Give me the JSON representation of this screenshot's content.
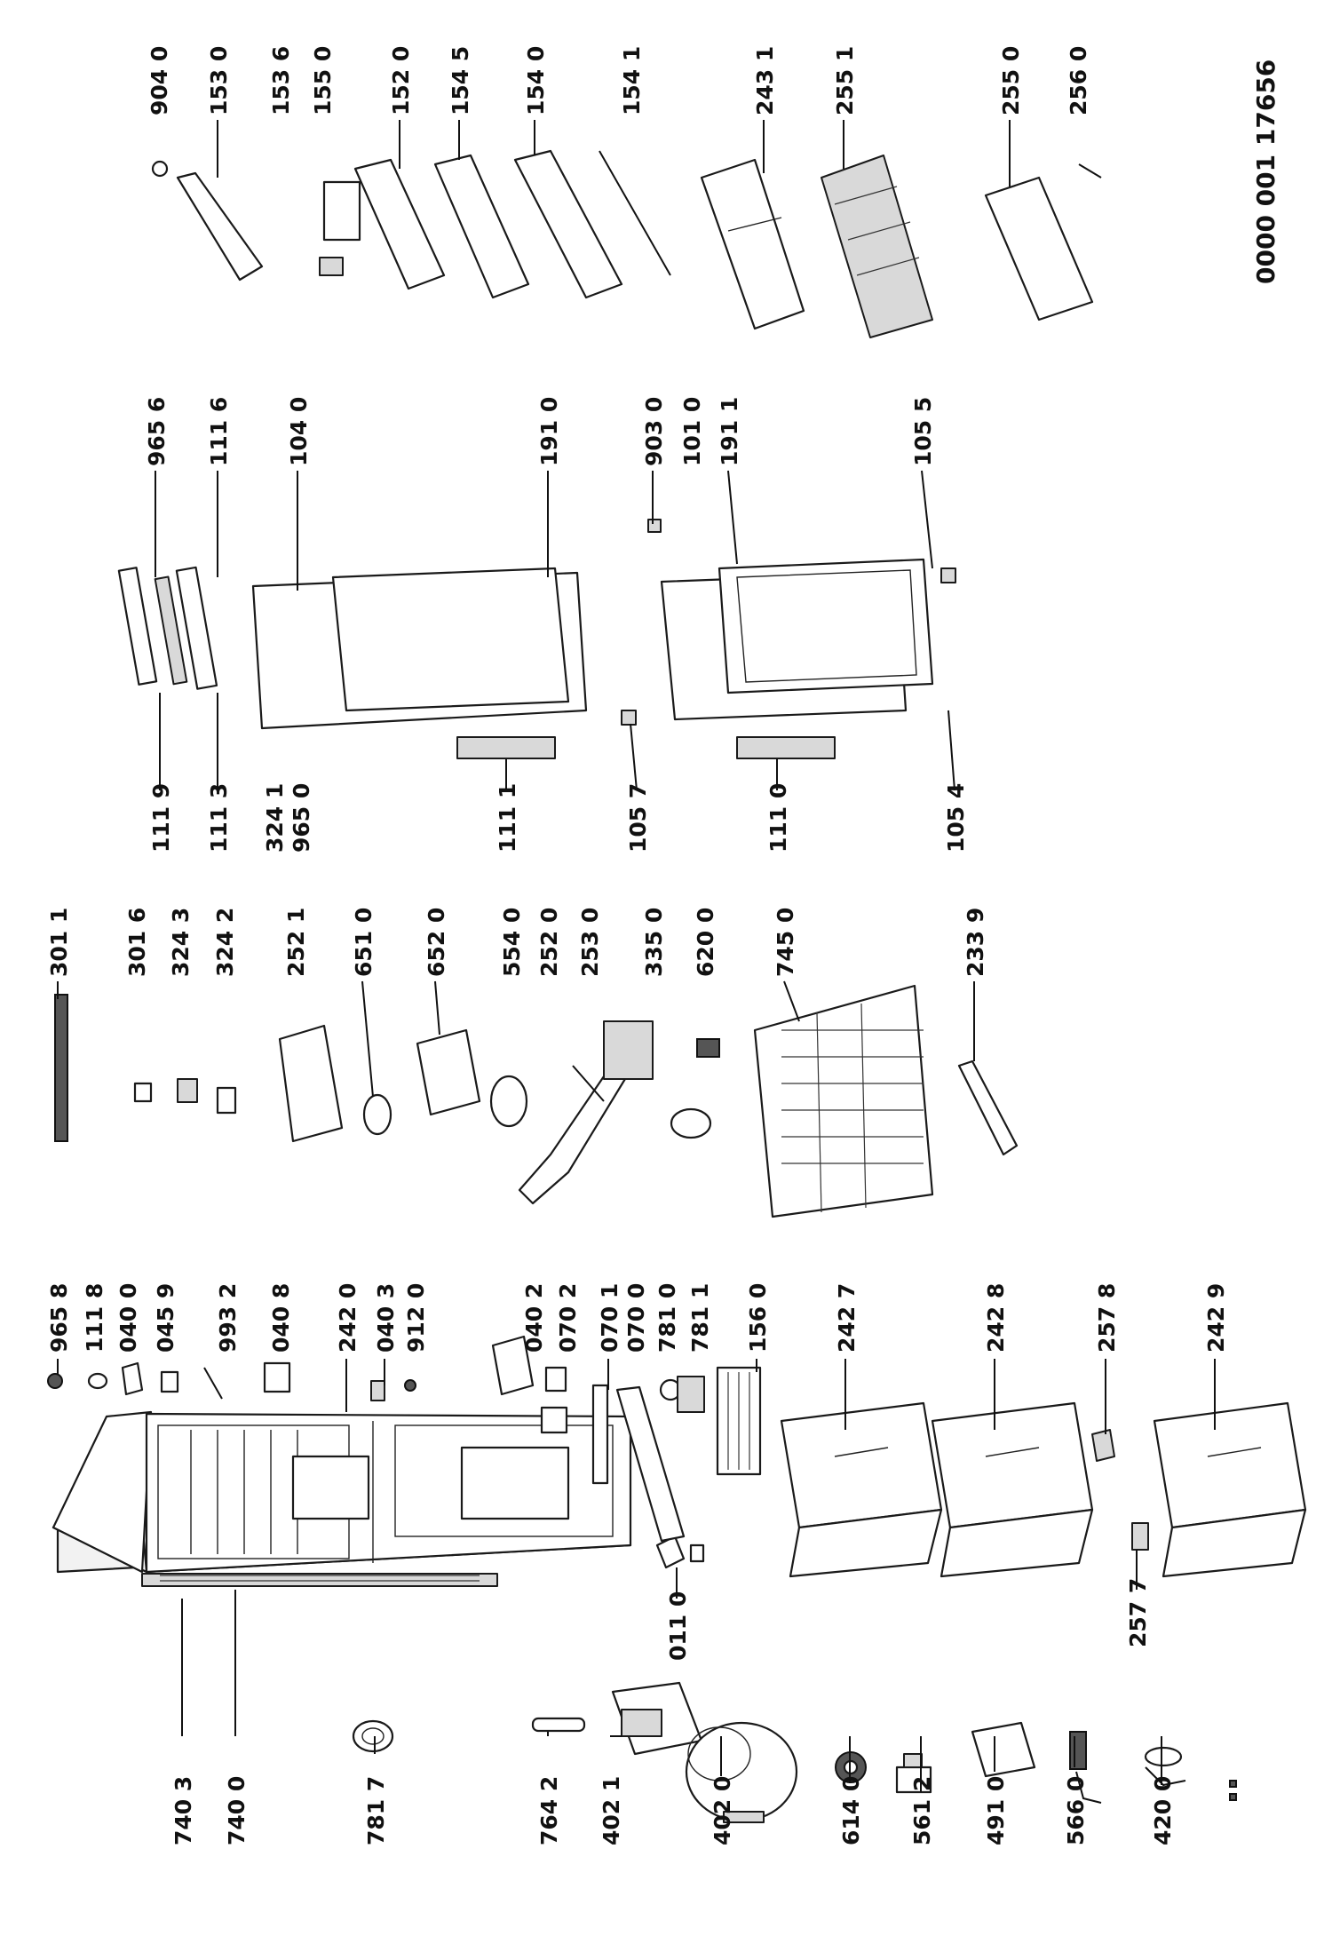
{
  "drawing": {
    "document_number": "0000 001 17656",
    "part_numbers": {
      "p7403": "740 3",
      "p7400": "740 0",
      "p7817": "781 7",
      "p7642": "764 2",
      "p4021": "402 1",
      "p4020": "402 0",
      "p6140": "614 0",
      "p5612": "561 2",
      "p4910": "491 0",
      "p5660": "566 0",
      "p4200": "420 0",
      "p0110": "011 0",
      "p2577": "257 7",
      "p9658": "965 8",
      "p1118": "111 8",
      "p0400": "040 0",
      "p0459": "045 9",
      "p9932": "993 2",
      "p0408": "040 8",
      "p2420": "242 0",
      "p0403": "040 3",
      "p9120": "912 0",
      "p0402": "040 2",
      "p0702": "070 2",
      "p0701": "070 1",
      "p0700": "070 0",
      "p7810": "781 0",
      "p7811": "781 1",
      "p1560": "156 0",
      "p2427": "242 7",
      "p2428": "242 8",
      "p2578": "257 8",
      "p2429": "242 9",
      "p3011": "301 1",
      "p3016": "301 6",
      "p3243": "324 3",
      "p3242": "324 2",
      "p2521": "252 1",
      "p6510": "651 0",
      "p6520": "652 0",
      "p5540": "554 0",
      "p2520": "252 0",
      "p2530": "253 0",
      "p3350": "335 0",
      "p6200": "620 0",
      "p7450": "745 0",
      "p2339": "233 9",
      "p1119": "111 9",
      "p1113": "111 3",
      "p3241": "324 1",
      "p9650": "965 0",
      "p1111": "111 1",
      "p1057": "105 7",
      "p1110": "111 0",
      "p1054": "105 4",
      "p9656": "965 6",
      "p1116": "111 6",
      "p1040": "104 0",
      "p1910": "191 0",
      "p9030": "903 0",
      "p1010": "101 0",
      "p1911": "191 1",
      "p1055": "105 5",
      "p9040": "904 0",
      "p1530": "153 0",
      "p1536": "153 6",
      "p1550": "155 0",
      "p1520": "152 0",
      "p1545": "154 5",
      "p1540": "154 0",
      "p1541": "154 1",
      "p2431": "243 1",
      "p2551": "255 1",
      "p2550": "255 0",
      "p2560": "256 0"
    }
  }
}
